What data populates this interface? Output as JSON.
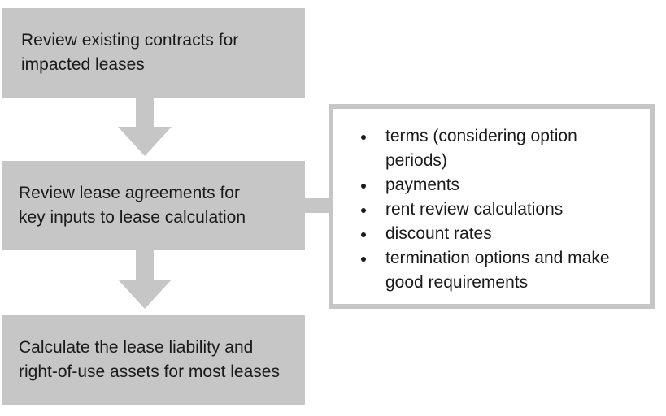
{
  "steps": [
    {
      "text": "Review existing contracts for\nimpacted leases"
    },
    {
      "text": "Review lease agreements for\nkey inputs to lease calculation"
    },
    {
      "text": "Calculate the lease liability and\nright-of-use assets for most leases"
    }
  ],
  "details": {
    "items": [
      "terms (considering option periods)",
      "payments",
      "rent review calculations",
      "discount rates",
      "termination options and make good requirements"
    ]
  },
  "colors": {
    "box_fill": "#c6c6c6",
    "text": "#1a1a1a",
    "background": "#ffffff"
  }
}
